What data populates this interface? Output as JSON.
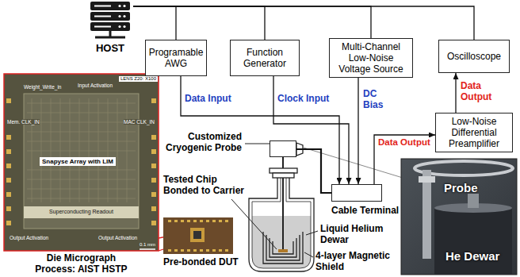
{
  "diagram": {
    "nodes": [
      {
        "text": [
          "HOST"
        ]
      },
      {
        "text": [
          "Programable AWG"
        ]
      },
      {
        "text": [
          "Function Generator"
        ]
      },
      {
        "text": [
          "Multi-Channel Low-Noise Voltage Source"
        ]
      },
      {
        "text": [
          "Oscilloscope"
        ]
      },
      {
        "text": [
          "Low-Noise Differential Preamplifier"
        ]
      },
      {
        "text": [
          "Customized Cryogenic Probe"
        ]
      },
      {
        "text": [
          "Cable Terminal"
        ]
      }
    ],
    "edges": [
      {
        "from": 0,
        "to": 1,
        "arrow": "none"
      },
      {
        "from": 0,
        "to": 2,
        "arrow": "none"
      },
      {
        "from": 0,
        "to": 3,
        "arrow": "none"
      },
      {
        "from": 0,
        "to": 4,
        "arrow": "none"
      },
      {
        "from": 1,
        "to": 7,
        "label": "Data Input",
        "arrow": "to"
      },
      {
        "from": 2,
        "to": 7,
        "label": "Clock Input",
        "arrow": "to"
      },
      {
        "from": 3,
        "to": 7,
        "label": "DC Bias",
        "arrow": "to"
      },
      {
        "from": 7,
        "to": 5,
        "label": "Data Output",
        "arrow": "to"
      },
      {
        "from": 5,
        "to": 4,
        "label": "Data Output",
        "arrow": "to"
      },
      {
        "from": 6,
        "to": 7,
        "arrow": "none"
      }
    ],
    "labels": [
      "LENS Z20: X100",
      "Weight_Write_in",
      "Input Activation",
      "Mem. CLK_IN",
      "MAC CLK_IN",
      "Snapyse Array with LIM",
      "Superconducting Readout",
      "Output Activation",
      "Output Activation",
      "0.1 mm",
      "Die Micrograph",
      "Process: AIST HSTP",
      "Tested Chip Bonded to Carrier",
      "Pre-bonded DUT",
      "Liquid Helium Dewar",
      "4-layer Magnetic Shield",
      "Probe",
      "He Dewar"
    ]
  }
}
